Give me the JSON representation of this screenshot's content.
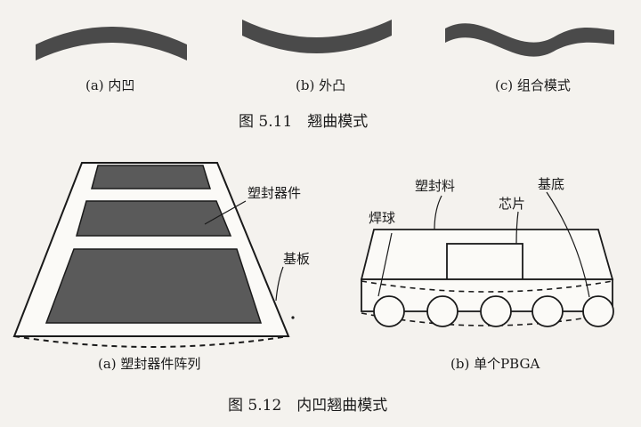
{
  "fig_5_11": {
    "caption_a": "(a) 内凹",
    "caption_b": "(b) 外凸",
    "caption_c": "(c) 组合模式",
    "title": "图 5.11　翘曲模式"
  },
  "fig_5_12": {
    "label_component": "塑封器件",
    "label_substrate": "基板",
    "label_molding": "塑封料",
    "label_chip": "芯片",
    "label_base": "基底",
    "label_solder": "焊球",
    "caption_a": "(a) 塑封器件阵列",
    "caption_b": "(b) 单个PBGA",
    "title": "图 5.12　内凹翘曲模式"
  },
  "colors": {
    "strip_fill": "#4a4a4a",
    "component_fill": "#5a5a5a",
    "line": "#1a1a1a",
    "background": "#f4f2ee"
  }
}
